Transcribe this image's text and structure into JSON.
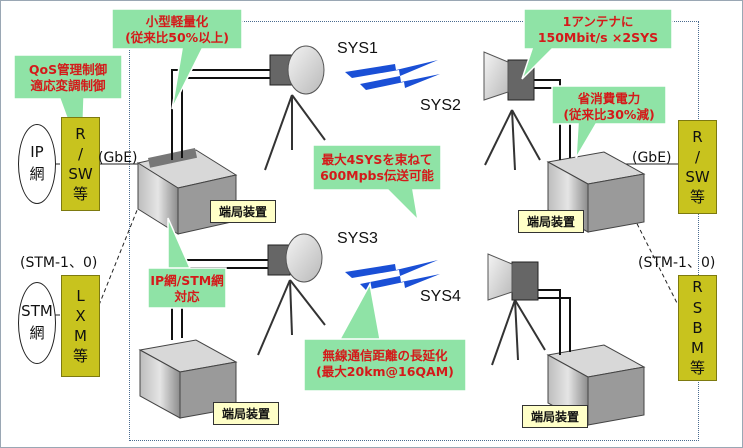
{
  "left": {
    "ip_network": "IP\n網",
    "stm_network": "STM\n網",
    "rsw": "R\n/\nSW\n等",
    "lxm": "L\nX\nM\n等",
    "gbe": "(GbE)",
    "stm": "(STM-1、0)"
  },
  "right": {
    "rsw": "R\n/\nSW\n等",
    "rsbm": "R\nS\nB\nM\n等",
    "gbe": "(GbE)",
    "stm": "(STM-1、0)"
  },
  "systems": [
    "SYS1",
    "SYS2",
    "SYS3",
    "SYS4"
  ],
  "terminal_label": "端局装置",
  "callouts": {
    "qos": "QoS管理制御\n適応変調制御",
    "compact": "小型軽量化\n(従来比50%以上)",
    "one_antenna": "1アンテナに\n150Mbit/s ×2SYS",
    "power": "省消費電力\n(従来比30%減)",
    "bundle": "最大4SYSを束ねて\n600Mpbs伝送可能",
    "ip_stm": "IP網/STM網\n対応",
    "distance": "無線通信距離の長延化\n(最大20km@16QAM)"
  },
  "colors": {
    "callout_fill": "#8fe3a6",
    "callout_text": "#d41a1a",
    "sw_box": "#c8c31e",
    "bolt": "#1a4fd6",
    "label_fill": "#ffffc8"
  }
}
